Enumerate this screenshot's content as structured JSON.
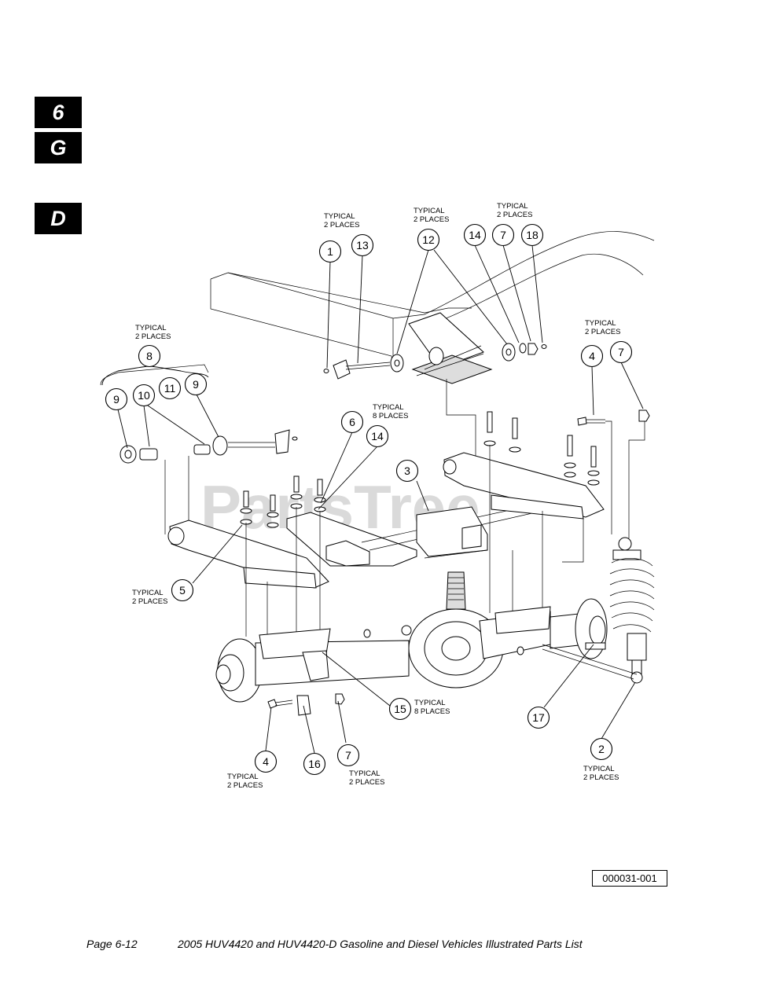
{
  "tabs": [
    "6",
    "G",
    "D"
  ],
  "watermark": "PartsTree",
  "callouts": [
    {
      "n": "1"
    },
    {
      "n": "13"
    },
    {
      "n": "12"
    },
    {
      "n": "14"
    },
    {
      "n": "7"
    },
    {
      "n": "18"
    },
    {
      "n": "8"
    },
    {
      "n": "9"
    },
    {
      "n": "10"
    },
    {
      "n": "11"
    },
    {
      "n": "9"
    },
    {
      "n": "6"
    },
    {
      "n": "14"
    },
    {
      "n": "3"
    },
    {
      "n": "4"
    },
    {
      "n": "7"
    },
    {
      "n": "5"
    },
    {
      "n": "15"
    },
    {
      "n": "17"
    },
    {
      "n": "2"
    },
    {
      "n": "4"
    },
    {
      "n": "16"
    },
    {
      "n": "7"
    }
  ],
  "notes": [
    {
      "line1": "TYPICAL",
      "line2": "2 PLACES"
    },
    {
      "line1": "TYPICAL",
      "line2": "2 PLACES"
    },
    {
      "line1": "TYPICAL",
      "line2": "2 PLACES"
    },
    {
      "line1": "TYPICAL",
      "line2": "2 PLACES"
    },
    {
      "line1": "TYPICAL",
      "line2": "8 PLACES"
    },
    {
      "line1": "TYPICAL",
      "line2": "2 PLACES"
    },
    {
      "line1": "TYPICAL",
      "line2": "2 PLACES"
    },
    {
      "line1": "TYPICAL",
      "line2": "8 PLACES"
    },
    {
      "line1": "TYPICAL",
      "line2": "2 PLACES"
    },
    {
      "line1": "TYPICAL",
      "line2": "2 PLACES"
    },
    {
      "line1": "TYPICAL",
      "line2": "2 PLACES"
    }
  ],
  "drawing_id": "000031-001",
  "footer": {
    "page": "Page 6-12",
    "title": "2005 HUV4420 and HUV4420-D Gasoline and Diesel Vehicles Illustrated Parts List"
  }
}
